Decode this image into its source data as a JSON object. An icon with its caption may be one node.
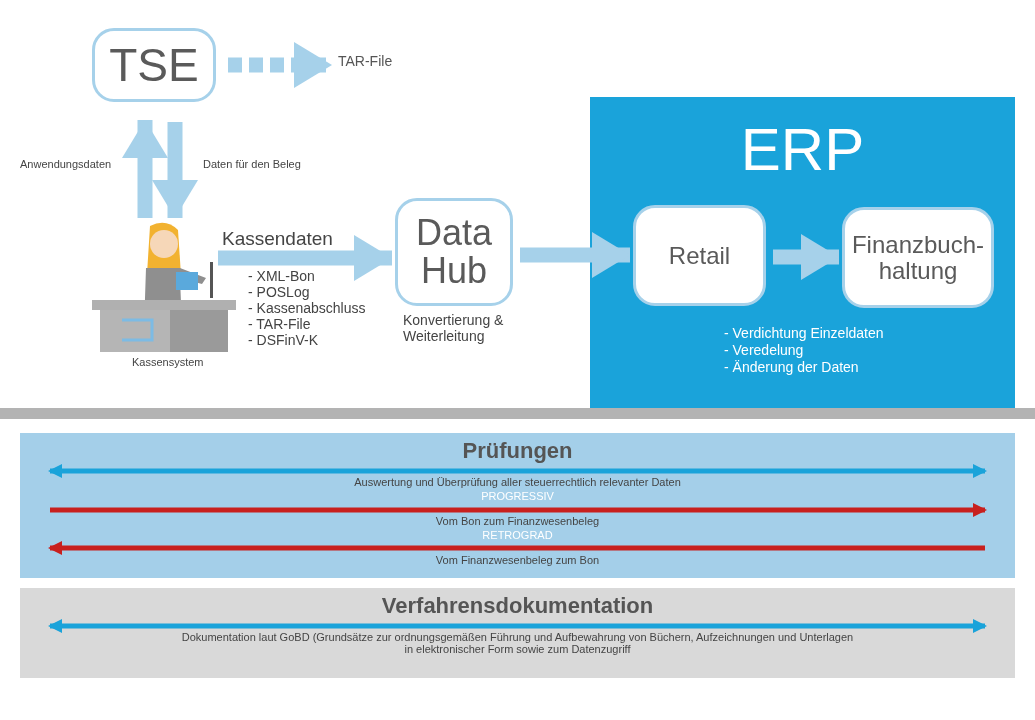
{
  "diagram": {
    "nodes": [
      {
        "text": [
          "TSE"
        ]
      },
      {
        "text": [
          "TAR-File"
        ]
      },
      {
        "text": [],
        "shape": "picture",
        "beside": [
          "Kassensystem"
        ]
      },
      {
        "text": [
          "Data Hub"
        ],
        "beside": [
          "Konvertierung & Weiterleitung"
        ]
      },
      {
        "text": [
          "ERP",
          "- Verdichtung Einzeldaten",
          "- Veredelung",
          "- Änderung der Daten"
        ]
      },
      {
        "text": [
          "Retail"
        ],
        "in": 4
      },
      {
        "text": [
          "Finanzbuch-haltung"
        ],
        "in": 4
      },
      {
        "text": [
          "Prüfungen",
          "Auswertung und Überprüfung aller steuerrechtlich relevanter Daten",
          "PROGRESSIV",
          "Vom Bon zum Finanzwesenbeleg",
          "RETROGRAD",
          "Vom Finanzwesenbeleg zum Bon"
        ]
      },
      {
        "text": [
          "Verfahrensdokumentation",
          "Dokumentation laut GoBD (Grundsätze zur ordnungsgemäßen Führung und Aufbewahrung von Büchern, Aufzeichnungen und Unterlagen in elektronischer Form sowie zum Datenzugriff"
        ]
      }
    ],
    "edges": [
      {
        "from": 0,
        "to": 1,
        "arrow": "to",
        "style": "dashed"
      },
      {
        "from": 2,
        "to": 0,
        "arrow": "to",
        "label": "Anwendungsdaten"
      },
      {
        "from": 0,
        "to": 2,
        "arrow": "to",
        "label": "Daten für den Beleg"
      },
      {
        "from": 2,
        "to": 3,
        "arrow": "to",
        "label": "Kassendaten"
      },
      {
        "from": 3,
        "to": 5,
        "arrow": "to"
      },
      {
        "from": 5,
        "to": 6,
        "arrow": "to"
      }
    ],
    "labels": [
      "- XML-Bon",
      "- POSLog",
      "- Kassenabschluss",
      "- TAR-File",
      "- DSFinV-K"
    ]
  }
}
